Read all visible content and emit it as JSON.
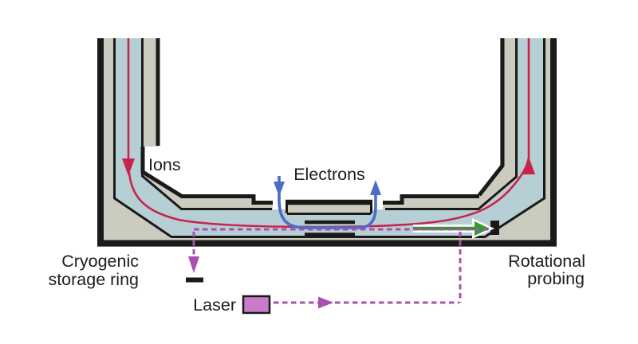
{
  "labels": {
    "ions": "Ions",
    "electrons": "Electrons",
    "storage_ring_line1": "Cryogenic",
    "storage_ring_line2": "storage ring",
    "probing_line1": "Rotational",
    "probing_line2": "probing",
    "laser": "Laser"
  },
  "colors": {
    "body_gray": "#cbcbc0",
    "channel_blue": "#b6cfd4",
    "outline_black": "#1a1a1a",
    "ion_red": "#c8234d",
    "electron_blue": "#4b6dc8",
    "laser_purple": "#ab4fae",
    "laser_box_fill": "#c87bc9",
    "probe_green": "#319a31"
  }
}
